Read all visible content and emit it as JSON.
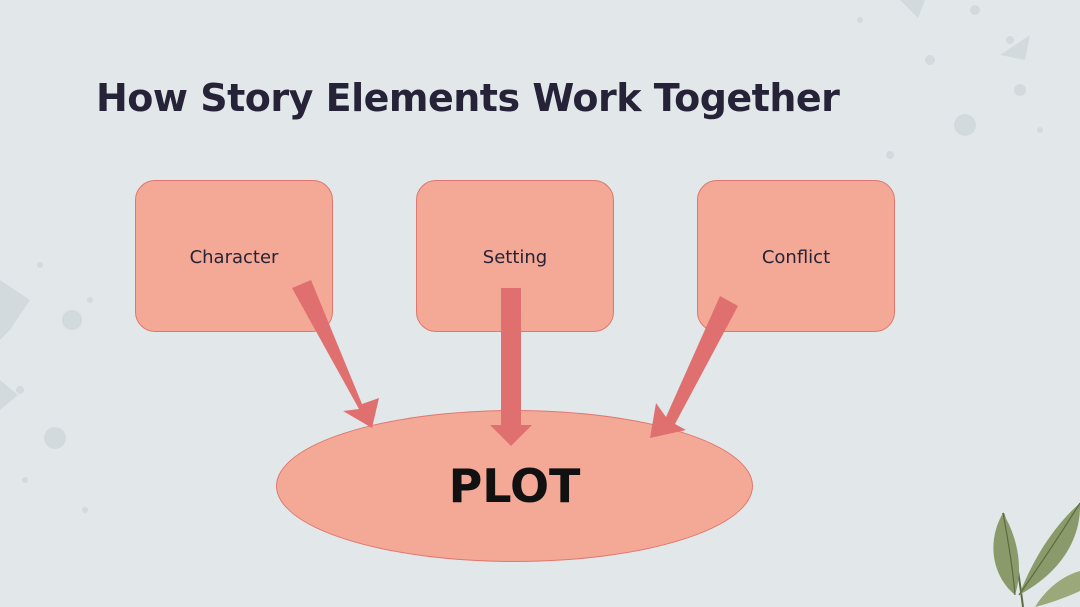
{
  "title": "How Story Elements Work Together",
  "elements": [
    {
      "label": "Character"
    },
    {
      "label": "Setting"
    },
    {
      "label": "Conflict"
    }
  ],
  "plot": {
    "label": "PLOT"
  },
  "colors": {
    "background": "#e2e8ea",
    "box_fill": "#f4a896",
    "box_border": "#e0766f",
    "arrow": "#e07070",
    "title_text": "#262338",
    "plot_text": "#111111",
    "leaf": "#8a9a6a"
  }
}
